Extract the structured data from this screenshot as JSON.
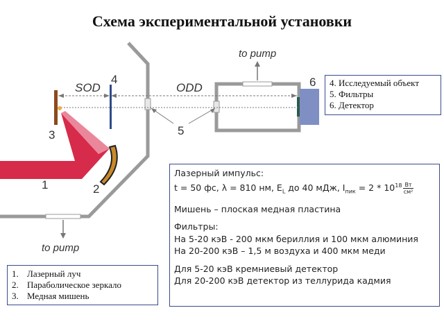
{
  "title": "Схема экспериментальной установки",
  "labels": {
    "sod": "SOD",
    "odd": "ODD",
    "to_pump_top": "to pump",
    "to_pump_bottom": "to pump",
    "n1": "1",
    "n2": "2",
    "n3": "3",
    "n4": "4",
    "n5": "5",
    "n6": "6"
  },
  "legend_objects": [
    "4.  Исследуемый объект",
    "5. Фильтры",
    "6. Детектор"
  ],
  "legend_elements": [
    {
      "num": "1.",
      "text": "Лазерный луч"
    },
    {
      "num": "2.",
      "text": "Параболическое зеркало"
    },
    {
      "num": "3.",
      "text": "Медная мишень"
    }
  ],
  "params": {
    "laser_heading": "Лазерный импульс:",
    "laser_line_main": "t = 50 фс,  λ = 810 нм,  E",
    "laser_line_E_sub": "L",
    "laser_line_mid": " до 40 мДж,  I",
    "laser_line_I_sub": "пик",
    "laser_line_eq": " = 2 * 10",
    "laser_line_exp": "18",
    "unit_num": "Вт",
    "unit_den": "см²",
    "target": "Мишень – плоская медная пластина",
    "filters_heading": "Фильтры:",
    "filters_1": "На 5-20 кэВ - 200 мкм бериллия и 100 мкм алюминия",
    "filters_2": "На 20-200 кэВ – 1,5 м воздуха и 400 мкм меди",
    "detector_1": "Для 5-20 кэВ кремниевый детектор",
    "detector_2": "Для 20-200 кэВ детектор из теллурида кадмия"
  },
  "colors": {
    "wall": "#9a9a9a",
    "laser": "#d62b4a",
    "target": "#8b4a1e",
    "object": "#2f4a8a",
    "detector": "#7f8fc4",
    "box_border": "#3a4a8c"
  }
}
